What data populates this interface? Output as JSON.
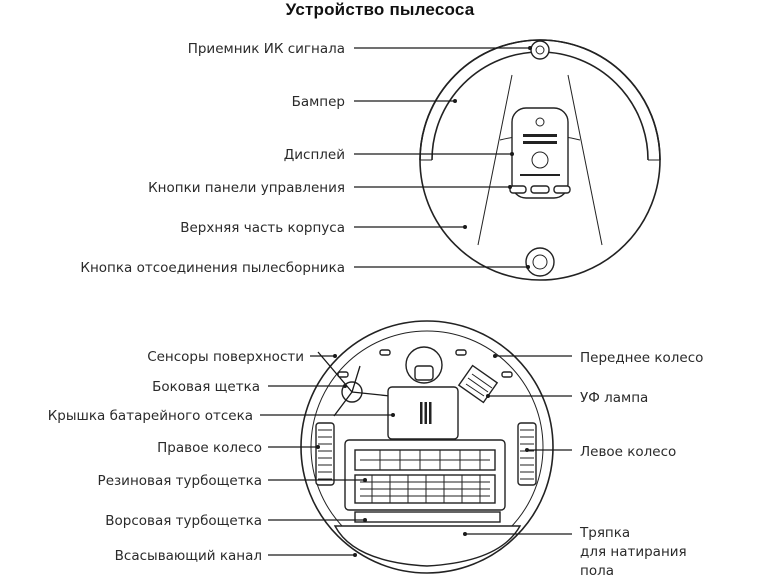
{
  "title": "Устройство пылесоса",
  "top_view": {
    "labels": [
      "Приемник ИК сигнала",
      "Бампер",
      "Дисплей",
      "Кнопки панели управления",
      "Верхняя часть корпуса",
      "Кнопка отсоединения пылесборника"
    ]
  },
  "bottom_view": {
    "left_labels": [
      "Сенсоры поверхности",
      "Боковая щетка",
      "Крышка батарейного отсека",
      "Правое колесо",
      "Резиновая турбощетка",
      "Ворсовая турбощетка",
      "Всасывающий канал"
    ],
    "right_labels": [
      "Переднее колесо",
      "УФ лампа",
      "Левое колесо"
    ],
    "mop_label_lines": [
      "Тряпка",
      "для натирания",
      "пола"
    ]
  }
}
